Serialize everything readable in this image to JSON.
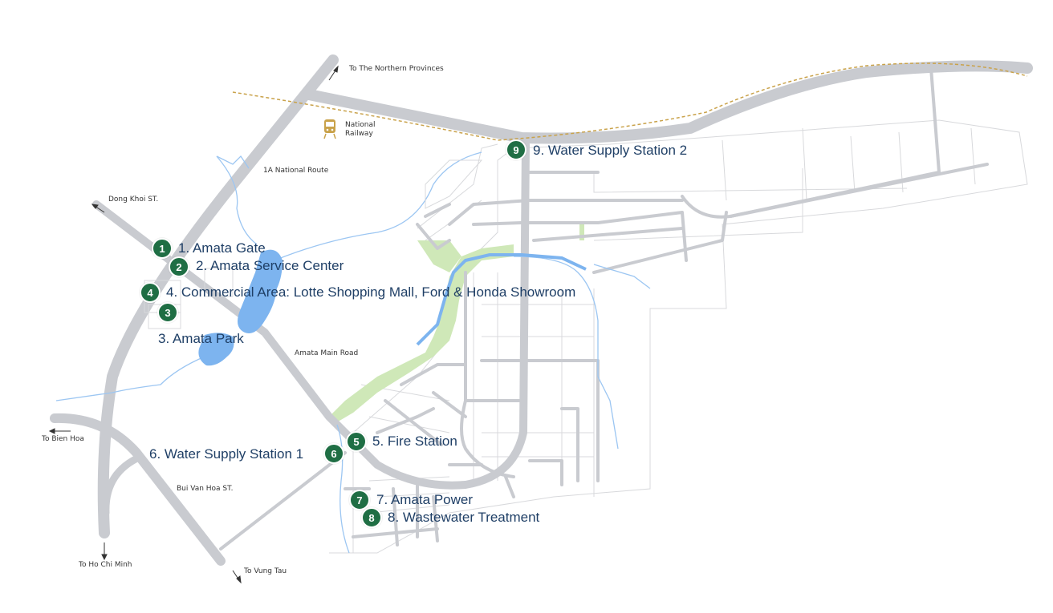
{
  "colors": {
    "marker": "#1f6e44",
    "poi_text": "#1f3f66",
    "road": "#c9cbd0",
    "water": "#7db4ef",
    "park": "#cfe8b8",
    "railway": "#c9a24a"
  },
  "map_labels": {
    "northern_provinces": "To The Northern Provinces",
    "railway_line1": "National",
    "railway_line2": "Railway",
    "national_route": "1A National Route",
    "dong_khoi": "Dong Khoi ST.",
    "main_road": "Amata Main Road",
    "bien_hoa": "To Bien Hoa",
    "bui_van_hoa": "Bui Van Hoa ST.",
    "ho_chi_minh": "To Ho Chi Minh",
    "vung_tau": "To Vung Tau"
  },
  "markers": [
    {
      "num": "1",
      "label": "1. Amata Gate"
    },
    {
      "num": "2",
      "label": "2. Amata Service Center"
    },
    {
      "num": "3",
      "label": "3. Amata Park"
    },
    {
      "num": "4",
      "label": "4. Commercial Area: Lotte Shopping Mall, Ford & Honda Showroom"
    },
    {
      "num": "5",
      "label": "5. Fire Station"
    },
    {
      "num": "6",
      "label": "6. Water Supply Station 1"
    },
    {
      "num": "7",
      "label": "7. Amata Power"
    },
    {
      "num": "8",
      "label": "8. Wastewater Treatment"
    },
    {
      "num": "9",
      "label": "9. Water Supply Station 2"
    }
  ]
}
